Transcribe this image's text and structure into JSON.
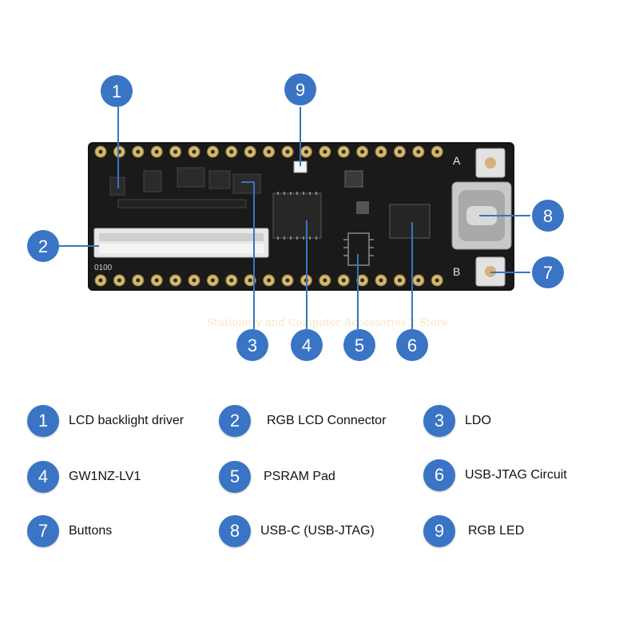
{
  "colors": {
    "badge": "#3a74c4",
    "pcb": "#121212",
    "pad": "#d6b86a"
  },
  "board": {
    "silk_a": "A",
    "silk_b": "B",
    "silk_model": "0100",
    "watermark": "Stationery and Computer Accessories 2 Store"
  },
  "callouts": [
    {
      "num": "1"
    },
    {
      "num": "2"
    },
    {
      "num": "3"
    },
    {
      "num": "4"
    },
    {
      "num": "5"
    },
    {
      "num": "6"
    },
    {
      "num": "7"
    },
    {
      "num": "8"
    },
    {
      "num": "9"
    }
  ],
  "legend": [
    {
      "num": "1",
      "label": "LCD backlight driver"
    },
    {
      "num": "2",
      "label": "RGB LCD Connector"
    },
    {
      "num": "3",
      "label": "LDO"
    },
    {
      "num": "4",
      "label": "GW1NZ-LV1"
    },
    {
      "num": "5",
      "label": "PSRAM Pad"
    },
    {
      "num": "6",
      "label": "USB-JTAG Circuit"
    },
    {
      "num": "7",
      "label": "Buttons"
    },
    {
      "num": "8",
      "label": "USB-C (USB-JTAG)"
    },
    {
      "num": "9",
      "label": "RGB LED"
    }
  ]
}
